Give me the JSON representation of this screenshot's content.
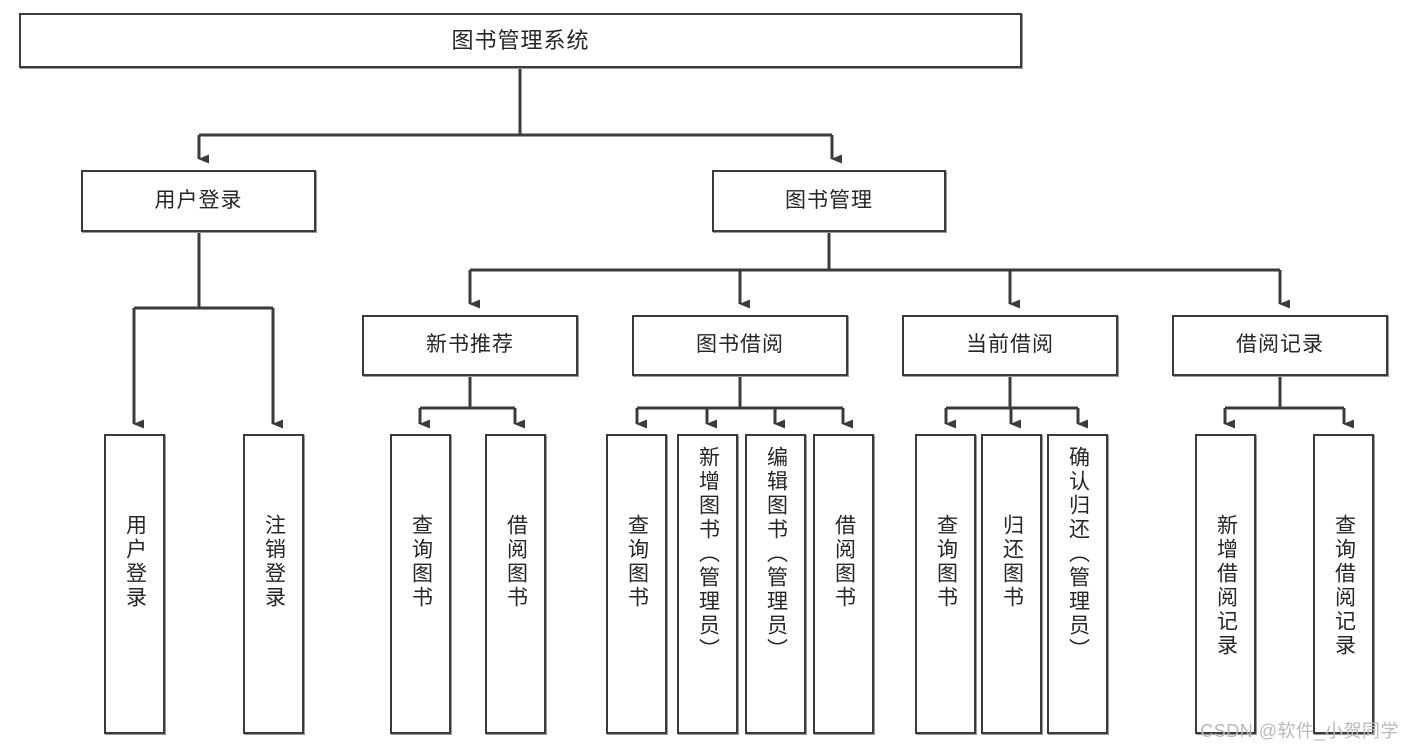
{
  "diagram": {
    "title": "图书管理系统",
    "type": "tree",
    "orientation": "top-down",
    "colors": {
      "box_border": "#3b3b3b",
      "box_fill": "#ffffff",
      "edge": "#3b3b3b",
      "text": "#262626",
      "watermark": "#b9b9b9",
      "background": "#ffffff"
    },
    "root": {
      "label": "图书管理系统"
    },
    "level2": [
      {
        "label": "用户登录"
      },
      {
        "label": "图书管理"
      }
    ],
    "level3": [
      {
        "label": "新书推荐"
      },
      {
        "label": "图书借阅"
      },
      {
        "label": "当前借阅"
      },
      {
        "label": "借阅记录"
      }
    ],
    "leaves": {
      "user_login": [
        {
          "label": "用户登录"
        },
        {
          "label": "注销登录"
        }
      ],
      "new_book_recommend": [
        {
          "label": "查询图书"
        },
        {
          "label": "借阅图书"
        }
      ],
      "book_borrow": [
        {
          "label": "查询图书"
        },
        {
          "label": "新增图书（管理员）"
        },
        {
          "label": "编辑图书（管理员）"
        },
        {
          "label": "借阅图书"
        }
      ],
      "current_borrow": [
        {
          "label": "查询图书"
        },
        {
          "label": "归还图书"
        },
        {
          "label": "确认归还（管理员）"
        }
      ],
      "borrow_records": [
        {
          "label": "新增借阅记录"
        },
        {
          "label": "查询借阅记录"
        }
      ]
    }
  },
  "watermark": {
    "text": "CSDN @软件_小贺同学"
  }
}
